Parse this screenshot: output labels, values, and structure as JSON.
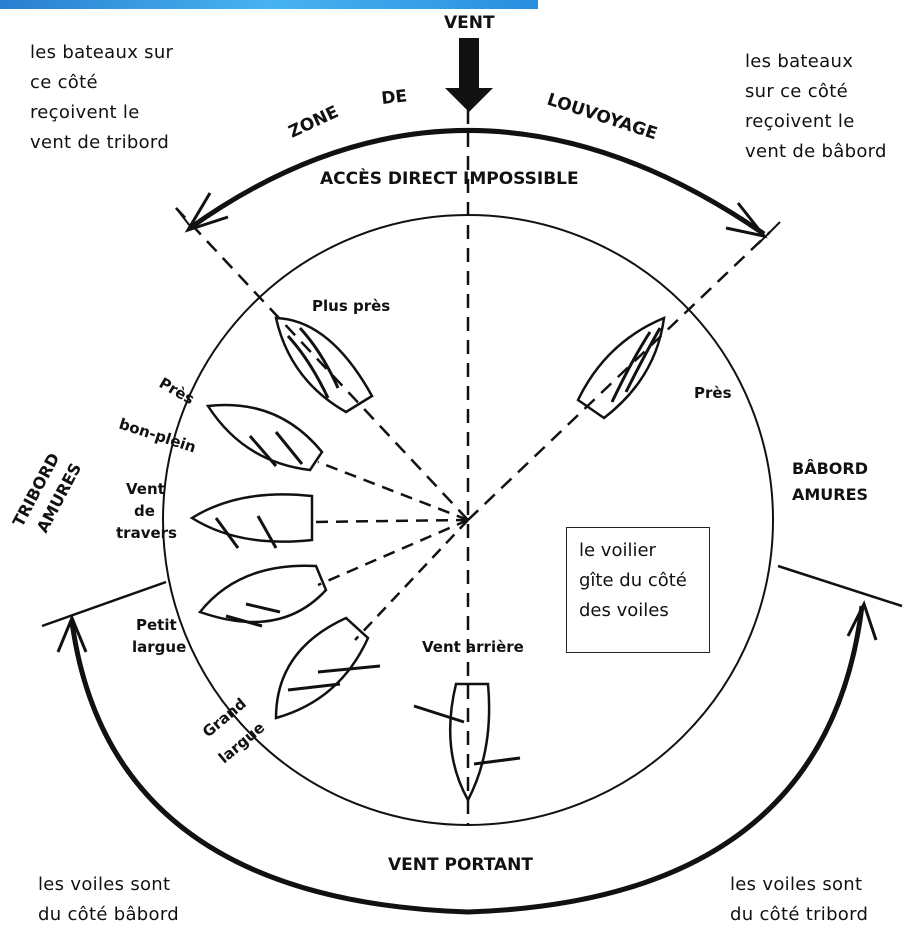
{
  "colors": {
    "ink": "#111111",
    "banner": "#3aa0e8",
    "paper": "#ffffff"
  },
  "top": {
    "wind": "VENT"
  },
  "zone": {
    "w1": "ZONE",
    "w2": "DE",
    "w3": "LOUVOYAGE",
    "no_direct": "ACCÈS DIRECT IMPOSSIBLE"
  },
  "notes": {
    "top_left": [
      "les bateaux sur",
      "ce côté",
      "reçoivent le",
      "vent de tribord"
    ],
    "top_right": [
      "les bateaux",
      "sur ce côté",
      "reçoivent le",
      "vent de bâbord"
    ],
    "bottom_left": [
      "les voiles sont",
      "du côté bâbord"
    ],
    "bottom_right": [
      "les voiles sont",
      "du côté tribord"
    ],
    "box": [
      "le voilier",
      "gîte du côté",
      "des voiles"
    ]
  },
  "points": {
    "plus_pres": "Plus près",
    "pres_left_1": "Près",
    "pres_left_2": "bon-plein",
    "travers_1": "Vent",
    "travers_2": "de",
    "travers_3": "travers",
    "petit_1": "Petit",
    "petit_2": "largue",
    "grand_1": "Grand",
    "grand_2": "largue",
    "arriere": "Vent arrière",
    "pres_right": "Près"
  },
  "sides": {
    "tribord_1": "TRIBORD",
    "tribord_2": "AMURES",
    "babord_1": "BÂBORD",
    "babord_2": "AMURES",
    "portant": "VENT PORTANT"
  }
}
